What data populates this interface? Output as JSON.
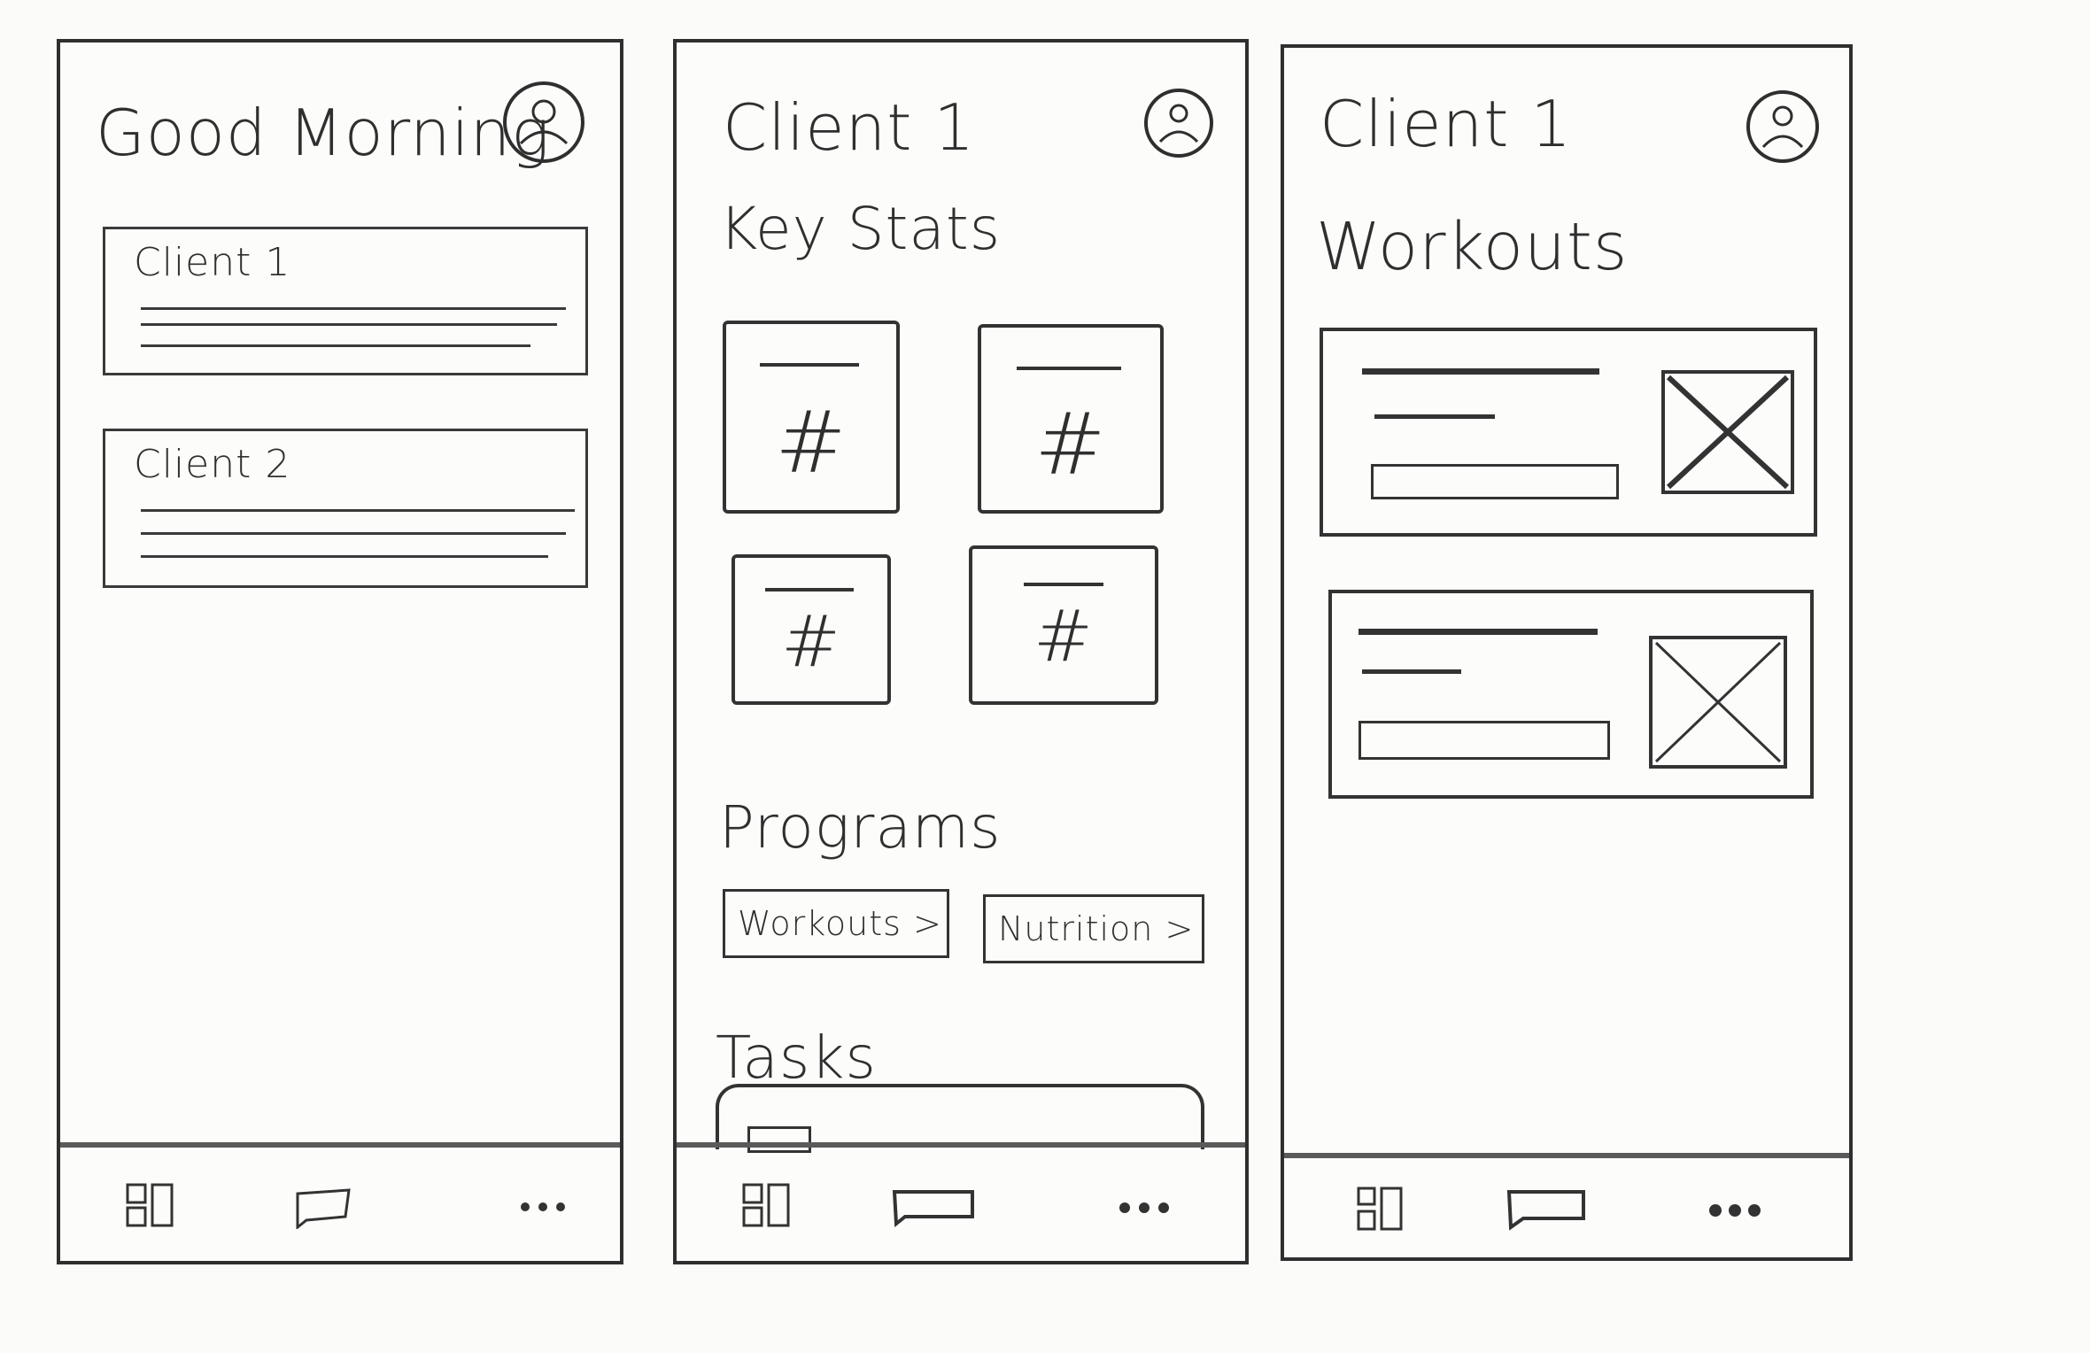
{
  "screens": {
    "home": {
      "title": "Good Morning",
      "clients": [
        {
          "label": "Client 1"
        },
        {
          "label": "Client 2"
        }
      ]
    },
    "client": {
      "title": "Client 1",
      "key_stats_heading": "Key Stats",
      "stat_symbol": "#",
      "programs_heading": "Programs",
      "program_buttons": [
        {
          "label": "Workouts >"
        },
        {
          "label": "Nutrition >"
        }
      ],
      "tasks_heading": "Tasks"
    },
    "workouts": {
      "title": "Client 1",
      "heading": "Workouts"
    }
  },
  "icons": {
    "avatar": "user-avatar-icon",
    "tab_dashboard": "grid-icon",
    "tab_messages": "chat-icon",
    "tab_more": "more-dots-icon"
  }
}
